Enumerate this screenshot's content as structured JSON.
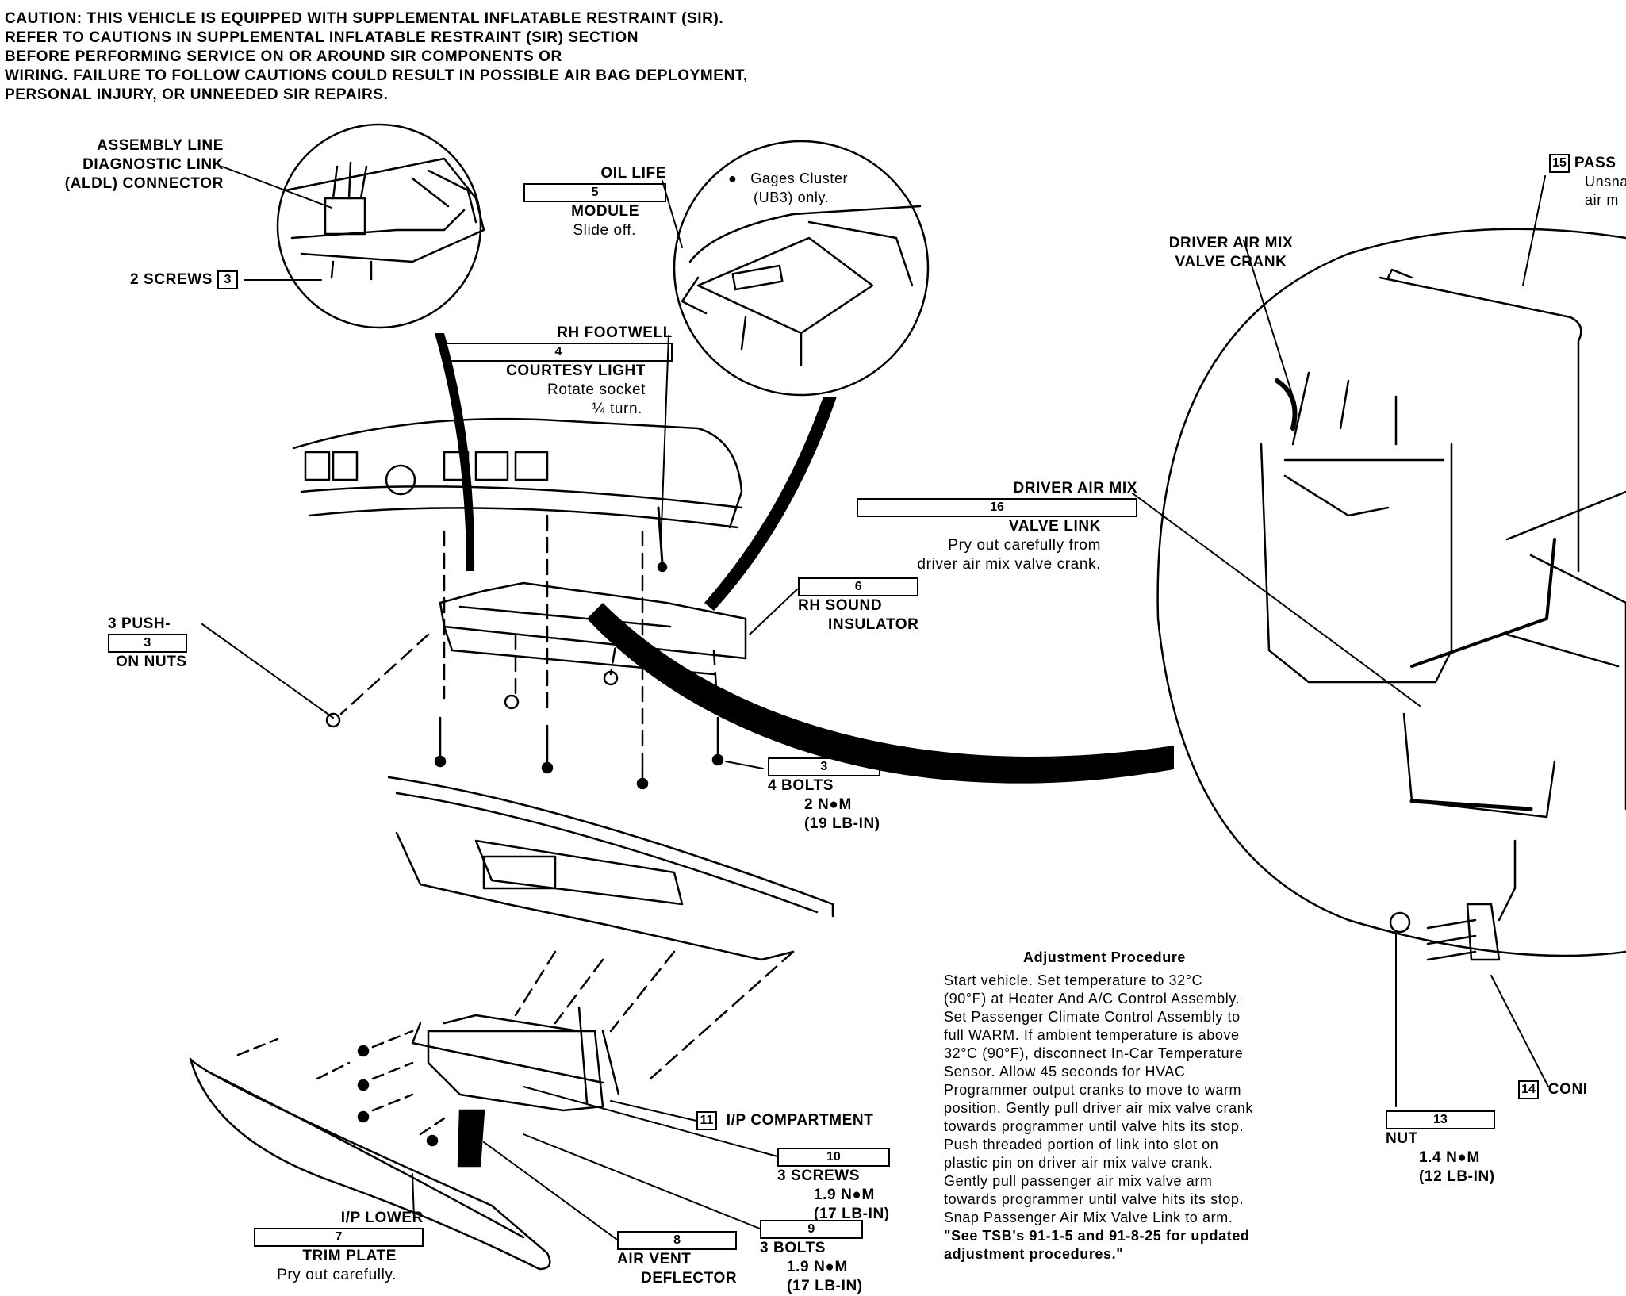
{
  "caution": [
    "CAUTION: THIS VEHICLE IS EQUIPPED WITH SUPPLEMENTAL INFLATABLE RESTRAINT (SIR).",
    "REFER TO CAUTIONS IN SUPPLEMENTAL INFLATABLE RESTRAINT (SIR) SECTION",
    "BEFORE PERFORMING SERVICE ON OR AROUND SIR COMPONENTS OR",
    "WIRING. FAILURE TO FOLLOW CAUTIONS COULD RESULT IN POSSIBLE AIR BAG DEPLOYMENT,",
    "PERSONAL INJURY, OR UNNEEDED SIR REPAIRS."
  ],
  "callouts": {
    "aldl": {
      "l1": "ASSEMBLY LINE",
      "l2": "DIAGNOSTIC LINK",
      "l3": "(ALDL) CONNECTOR"
    },
    "screws2": {
      "text": "2 SCREWS",
      "num": "3"
    },
    "oil": {
      "l1": "OIL LIFE",
      "num": "5",
      "l2": "MODULE",
      "note": "Slide off."
    },
    "gages": {
      "bullet": "●",
      "l1": "Gages Cluster",
      "l2": "(UB3) only."
    },
    "footwell": {
      "l1": "RH FOOTWELL",
      "num": "4",
      "l2": "COURTESY LIGHT",
      "n1": "Rotate socket",
      "n2": "¼  turn."
    },
    "pushnuts": {
      "l1": "3 PUSH-",
      "num": "3",
      "l2": "ON NUTS"
    },
    "insulator": {
      "num": "6",
      "l1": "RH SOUND",
      "l2": "INSULATOR"
    },
    "bolts4": {
      "num": "3",
      "l1": "4 BOLTS",
      "l2": "2 N●M",
      "l3": "(19 LB-IN)"
    },
    "crank": {
      "l1": "DRIVER AIR MIX",
      "l2": "VALVE CRANK"
    },
    "link": {
      "l1": "DRIVER AIR MIX",
      "num": "16",
      "l2": "VALVE LINK",
      "n1": "Pry out carefully from",
      "n2": "driver air mix valve crank."
    },
    "pass": {
      "num": "15",
      "l1": "PASS",
      "n1": "Unsna",
      "n2": "air m"
    },
    "compartment": {
      "num": "11",
      "l1": "I/P COMPARTMENT"
    },
    "screws3": {
      "num": "10",
      "l1": "3 SCREWS",
      "l2": "1.9 N●M",
      "l3": "(17 LB-IN)"
    },
    "bolts3": {
      "num": "9",
      "l1": "3 BOLTS",
      "l2": "1.9 N●M",
      "l3": "(17 LB-IN)"
    },
    "deflector": {
      "num": "8",
      "l1": "AIR VENT",
      "l2": "DEFLECTOR"
    },
    "trim": {
      "l1": "I/P LOWER",
      "num": "7",
      "l2": "TRIM PLATE",
      "note": "Pry out carefully."
    },
    "nut": {
      "num": "13",
      "l1": "NUT",
      "l2": "1.4 N●M",
      "l3": "(12 LB-IN)"
    },
    "conn": {
      "num": "14",
      "l1": "CONI"
    }
  },
  "adjustment": {
    "title": "Adjustment Procedure",
    "lines": [
      "Start vehicle. Set temperature to 32°C",
      "(90°F) at Heater And A/C Control Assembly.",
      "Set Passenger Climate Control Assembly to",
      "full WARM. If ambient temperature is above",
      "32°C (90°F), disconnect In-Car Temperature",
      "Sensor. Allow 45 seconds for HVAC",
      "Programmer output cranks to move to warm",
      "position. Gently pull driver air mix valve crank",
      "towards programmer until valve hits its stop.",
      "Push threaded portion of link into slot on",
      "plastic pin on driver air mix valve crank.",
      "Gently pull passenger air mix valve arm",
      "towards programmer until valve hits its stop.",
      "Snap Passenger Air Mix Valve Link  to arm."
    ],
    "tsb1": "\"See TSB's 91-1-5 and 91-8-25 for updated",
    "tsb2": "adjustment procedures.\""
  }
}
